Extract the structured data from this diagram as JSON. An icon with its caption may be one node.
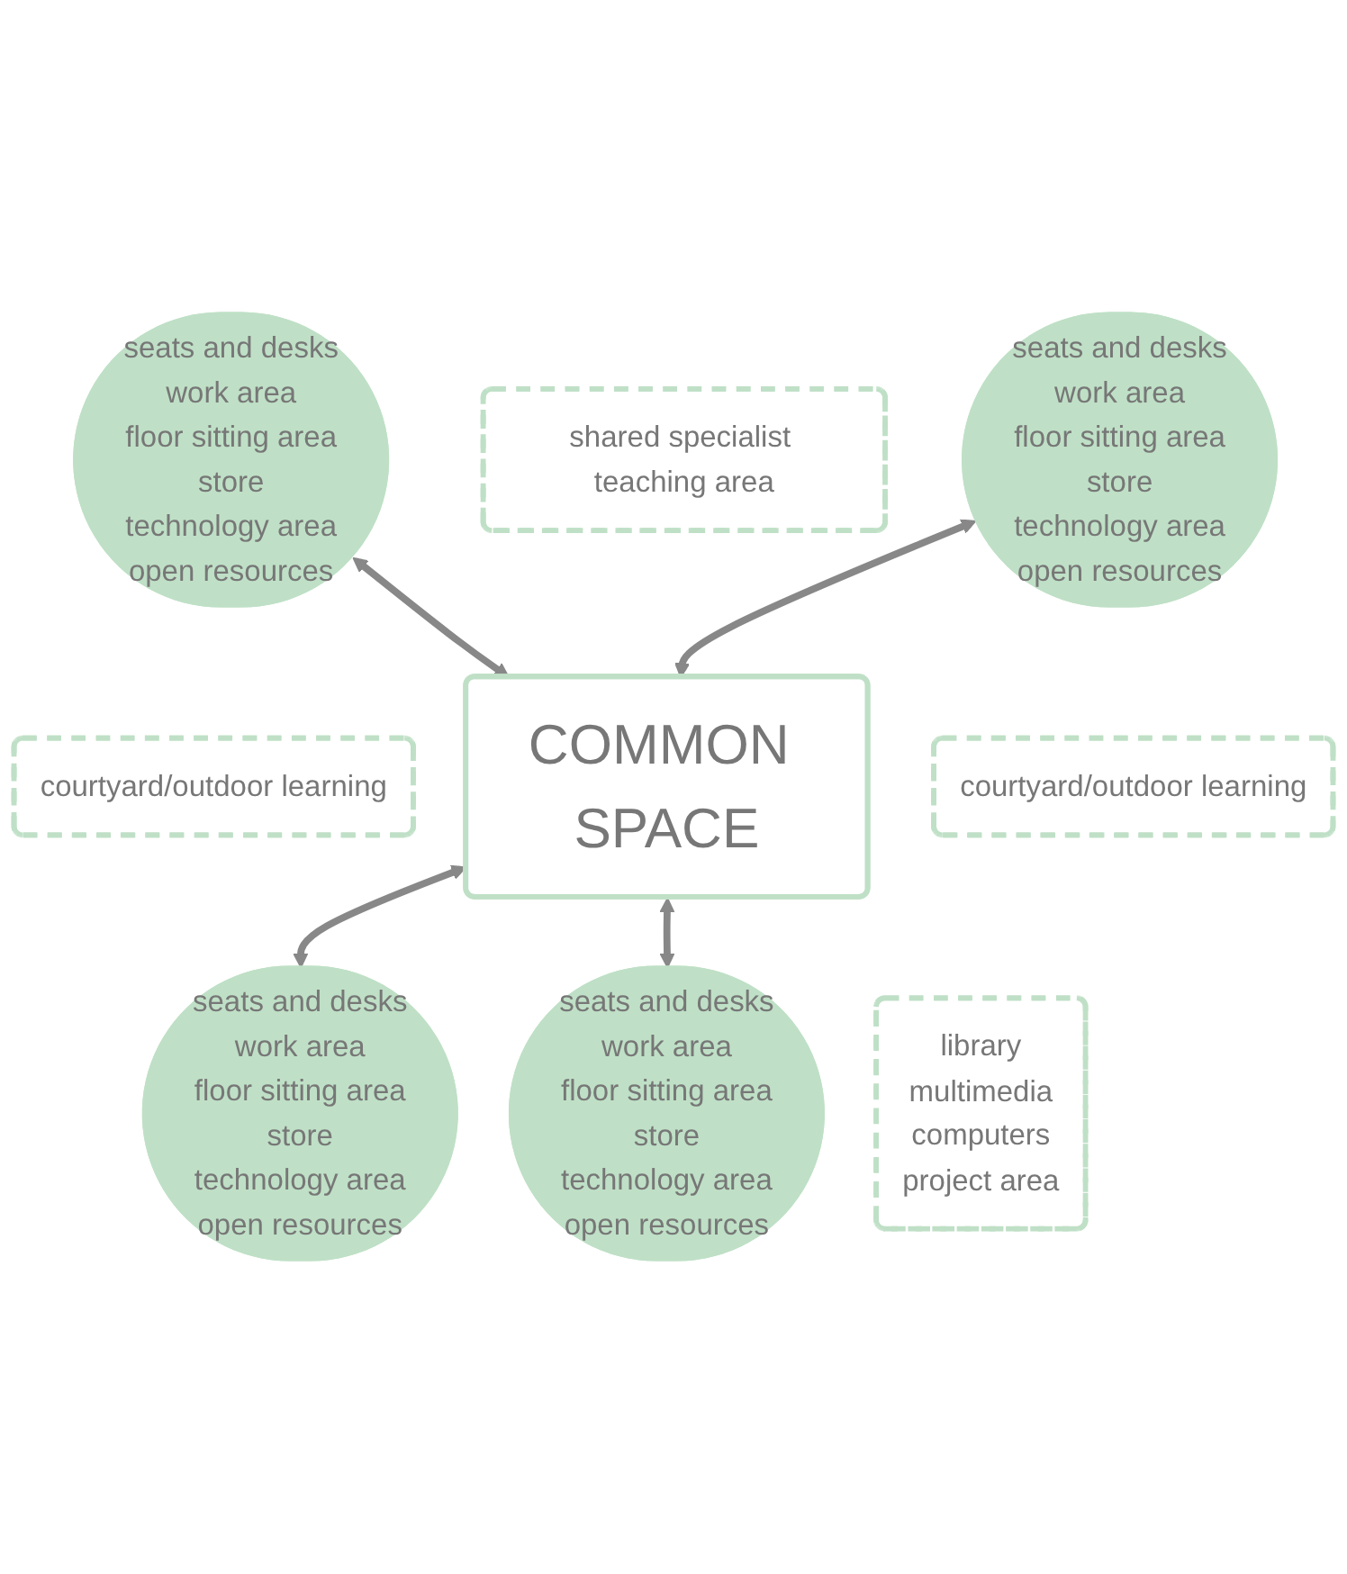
{
  "diagram": {
    "nodes": [
      {
        "text": [
          "seats and desks",
          "work area",
          "floor sitting area",
          "store",
          "technology area",
          "open resources"
        ]
      },
      {
        "text": [
          "shared specialist teaching area"
        ]
      },
      {
        "text": [
          "seats and desks",
          "work area",
          "floor sitting area",
          "store",
          "technology area",
          "open resources"
        ]
      },
      {
        "text": [
          "courtyard/outdoor learning"
        ]
      },
      {
        "text": [
          "COMMON SPACE"
        ]
      },
      {
        "text": [
          "courtyard/outdoor learning"
        ]
      },
      {
        "text": [
          "seats and desks",
          "work area",
          "floor sitting area",
          "store",
          "technology area",
          "open resources"
        ]
      },
      {
        "text": [
          "library",
          "multimedia",
          "computers",
          "project area"
        ]
      },
      {
        "text": [
          "seats and desks",
          "work area",
          "floor sitting area",
          "store",
          "technology area",
          "open resources"
        ]
      }
    ],
    "edges": [
      {
        "from": 0,
        "to": 4,
        "arrow": "both"
      },
      {
        "from": 2,
        "to": 4,
        "arrow": "both"
      },
      {
        "from": 4,
        "to": 6,
        "arrow": "both"
      },
      {
        "from": 4,
        "to": 8,
        "arrow": "both"
      }
    ]
  }
}
